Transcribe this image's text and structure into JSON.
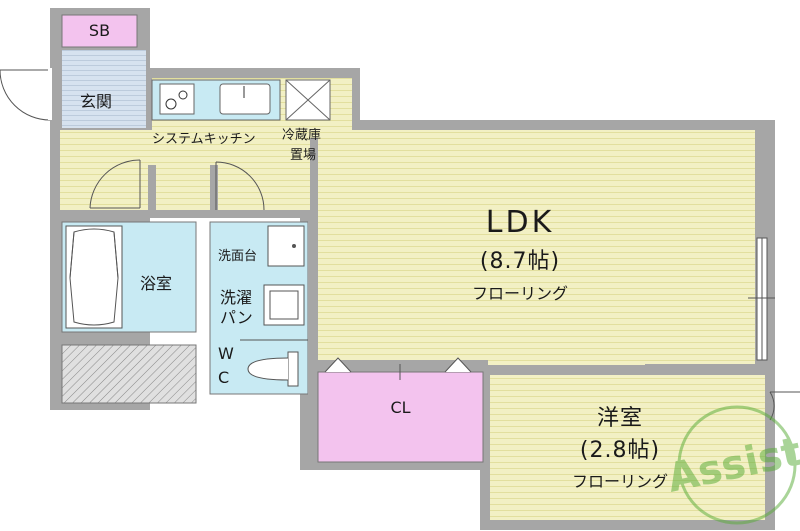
{
  "rooms": {
    "sb": "SB",
    "entrance": "玄関",
    "kitchen": "システムキッチン",
    "fridge_line1": "冷蔵庫",
    "fridge_line2": "置場",
    "ldk_name": "LDK",
    "ldk_size": "(8.7帖)",
    "ldk_floor": "フローリング",
    "bath": "浴室",
    "washbasin": "洗面台",
    "washer_line1": "洗濯",
    "washer_line2": "パン",
    "wc_line1": "W",
    "wc_line2": "C",
    "closet": "CL",
    "western_name": "洋室",
    "western_size": "(2.8帖)",
    "western_floor": "フローリング"
  },
  "watermark": "Assist",
  "colors": {
    "wall": "#a6a6a6",
    "wood_floor": "#f2f0c2",
    "wet_area": "#c8eaf3",
    "storage": "#f3c3ee",
    "tile": "#d4e1ee",
    "watermark": "#55aa33"
  }
}
